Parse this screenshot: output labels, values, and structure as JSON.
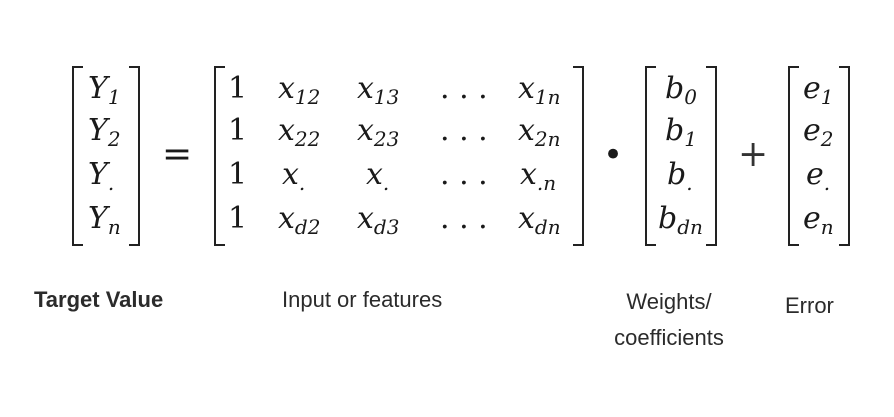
{
  "equation": {
    "Y": {
      "rows": [
        {
          "base": "Y",
          "sub": "1"
        },
        {
          "base": "Y",
          "sub": "2"
        },
        {
          "base": "Y",
          "sub": "."
        },
        {
          "base": "Y",
          "sub": "n"
        }
      ]
    },
    "equals": "=",
    "X": {
      "rows": [
        [
          {
            "base": "1",
            "sub": ""
          },
          {
            "base": "x",
            "sub": "12"
          },
          {
            "base": "x",
            "sub": "13"
          },
          {
            "base": ". . .",
            "sub": ""
          },
          {
            "base": "x",
            "sub": "1n"
          }
        ],
        [
          {
            "base": "1",
            "sub": ""
          },
          {
            "base": "x",
            "sub": "22"
          },
          {
            "base": "x",
            "sub": "23"
          },
          {
            "base": ". . .",
            "sub": ""
          },
          {
            "base": "x",
            "sub": "2n"
          }
        ],
        [
          {
            "base": "1",
            "sub": ""
          },
          {
            "base": "x",
            "sub": "."
          },
          {
            "base": "x",
            "sub": "."
          },
          {
            "base": ". . .",
            "sub": ""
          },
          {
            "base": "x",
            "sub": ".n"
          }
        ],
        [
          {
            "base": "1",
            "sub": ""
          },
          {
            "base": "x",
            "sub": "d2"
          },
          {
            "base": "x",
            "sub": "d3"
          },
          {
            "base": ". . .",
            "sub": ""
          },
          {
            "base": "x",
            "sub": "dn"
          }
        ]
      ]
    },
    "dot": "•",
    "B": {
      "rows": [
        {
          "base": "b",
          "sub": "0"
        },
        {
          "base": "b",
          "sub": "1"
        },
        {
          "base": "b",
          "sub": "."
        },
        {
          "base": "b",
          "sub": "dn"
        }
      ]
    },
    "plus": "+",
    "E": {
      "rows": [
        {
          "base": "e",
          "sub": "1"
        },
        {
          "base": "e",
          "sub": "2"
        },
        {
          "base": "e",
          "sub": "."
        },
        {
          "base": "e",
          "sub": "n"
        }
      ]
    }
  },
  "labels": {
    "target": "Target Value",
    "input": "Input or features",
    "weights_line1": "Weights/",
    "weights_line2": "coefficients",
    "error": "Error"
  }
}
